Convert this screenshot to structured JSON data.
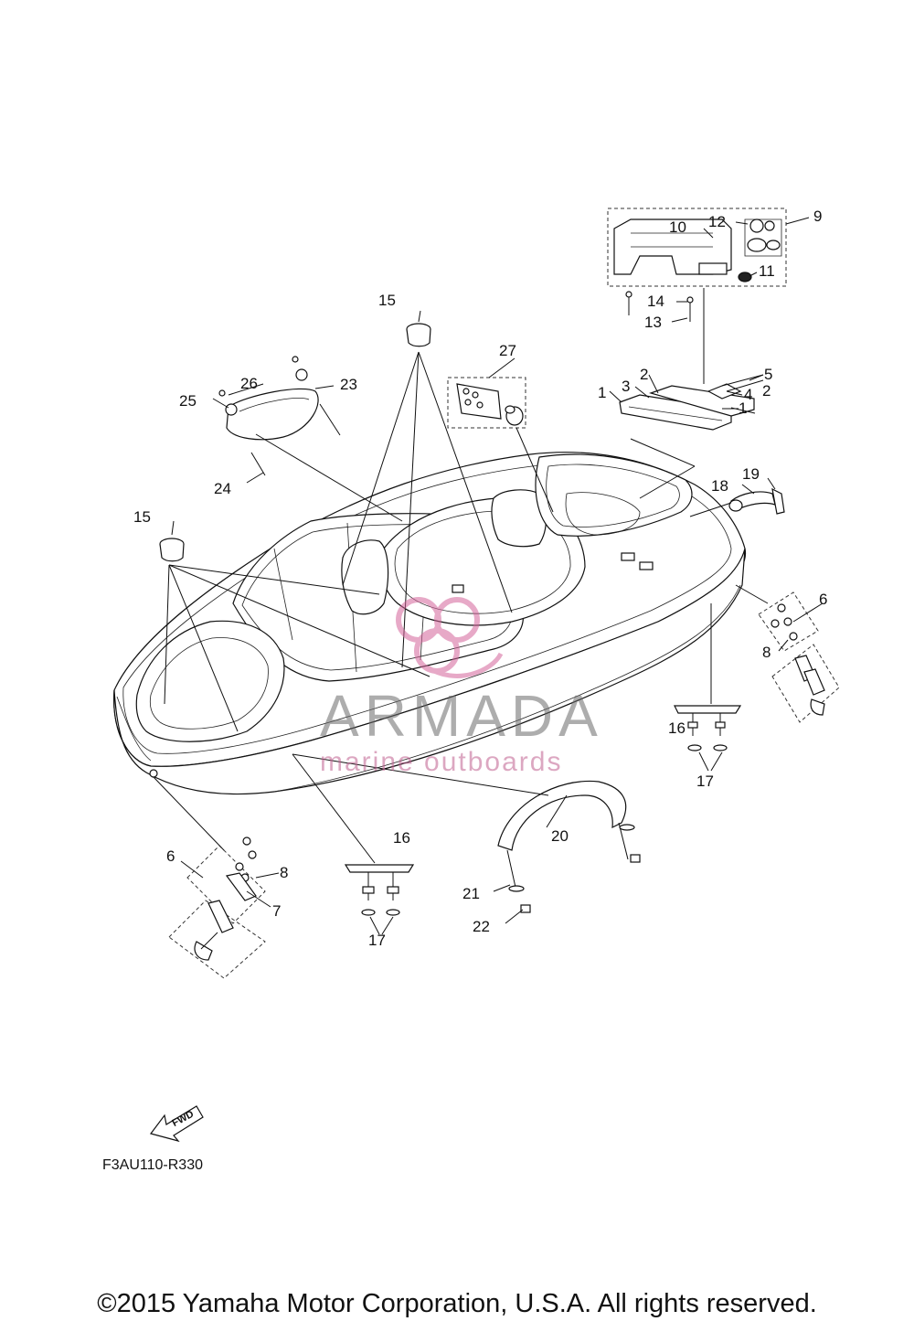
{
  "diagram": {
    "callouts": [
      "1",
      "1",
      "2",
      "2",
      "3",
      "4",
      "5",
      "6",
      "6",
      "7",
      "8",
      "8",
      "9",
      "10",
      "11",
      "12",
      "13",
      "14",
      "15",
      "15",
      "16",
      "16",
      "17",
      "17",
      "18",
      "19",
      "20",
      "21",
      "22",
      "23",
      "24",
      "25",
      "26",
      "27"
    ],
    "direction_label": "FWD",
    "code": "F3AU110-R330"
  },
  "watermark": {
    "brand": "ARMADA",
    "tagline": "marine outboards"
  },
  "footer": {
    "copyright": "©2015 Yamaha Motor Corporation, U.S.A. All rights reserved."
  }
}
